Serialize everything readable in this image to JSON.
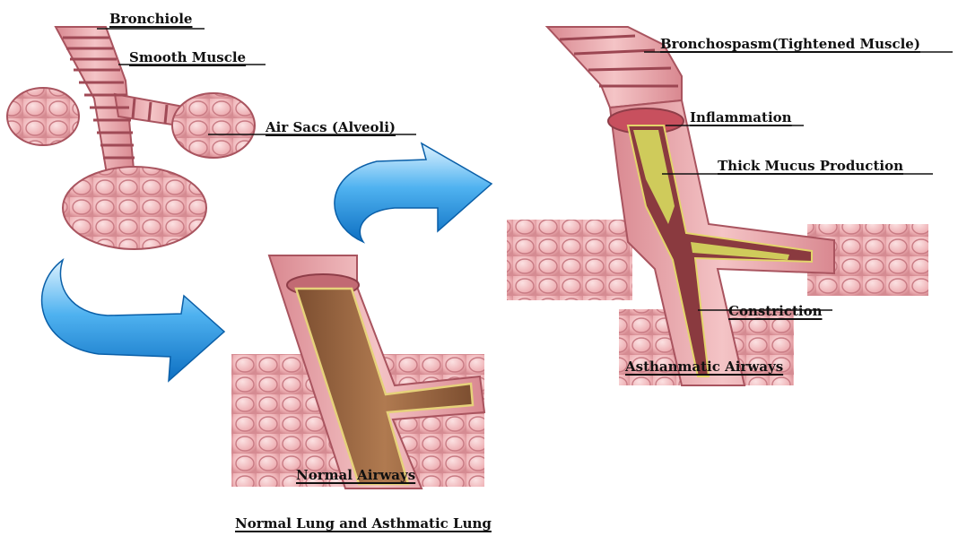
{
  "colors": {
    "tissue": "#e9a3a8",
    "tissue_dark": "#b55f6a",
    "tissue_light": "#f6cfd1",
    "airway_lumen": "#9c6a45",
    "mucus": "#d9dd6a",
    "arrow_blue": "#1f8fe0",
    "arrow_light": "#bfe6ff"
  },
  "icons": {
    "arrow_left": "curved-arrow-icon",
    "arrow_right": "curved-arrow-icon"
  },
  "labels": {
    "bronchiole": "Bronchiole",
    "smooth_muscle": "Smooth Muscle",
    "air_sacs": "Air Sacs (Alveoli)",
    "bronchospasm": "Bronchospasm(Tightened Muscle)",
    "inflammation": "Inflammation",
    "thick_mucus": "Thick Mucus Production",
    "constriction": "Constriction",
    "asthmatic_airways": "Asthanmatic Airways",
    "normal_airways": "Normal Airways",
    "caption": "Normal Lung and Asthmatic Lung"
  }
}
